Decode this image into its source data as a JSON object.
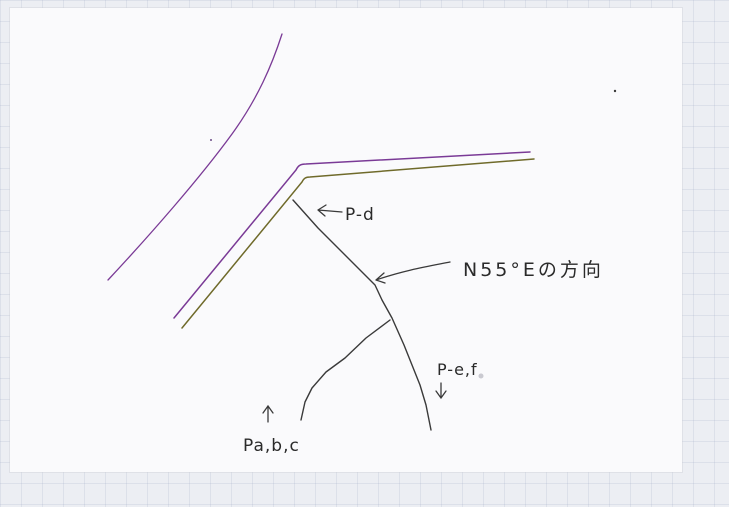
{
  "colors": {
    "road_ink": "#7a3a96",
    "road_shadow": "#6f6a2a",
    "pen_ink": "#2a2a2a",
    "paper": "#fafafc"
  },
  "labels": {
    "p_d": "P-d",
    "direction": "N55°Eの方向",
    "p_ef": "P-e,f",
    "p_abc": "Pa,b,c"
  }
}
